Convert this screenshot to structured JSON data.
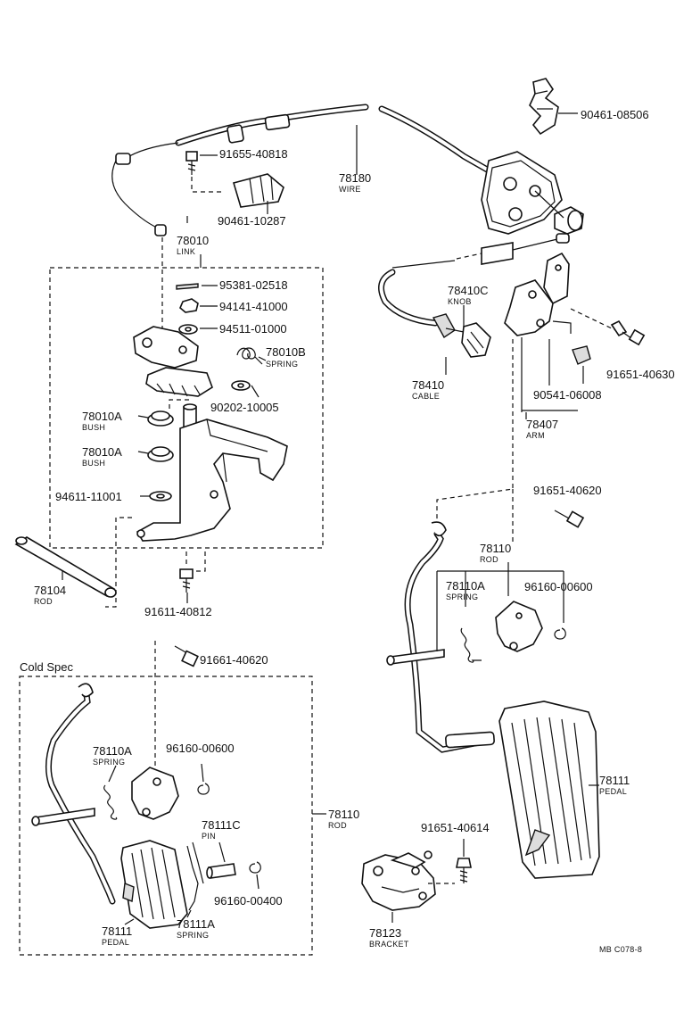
{
  "labels": {
    "p90461_08506": "90461-08506",
    "p91655_40818": "91655-40818",
    "p78180": "78180",
    "n78180": "WIRE",
    "p90461_10287": "90461-10287",
    "p78010": "78010",
    "n78010": "LINK",
    "p95381_02518": "95381-02518",
    "p94141_41000": "94141-41000",
    "p94511_01000": "94511-01000",
    "p78010b": "78010B",
    "n78010b": "SPRING",
    "p90202_10005": "90202-10005",
    "p78010a_1": "78010A",
    "n78010a_1": "BUSH",
    "p78010a_2": "78010A",
    "n78010a_2": "BUSH",
    "p94611_11001": "94611-11001",
    "p78104": "78104",
    "n78104": "ROD",
    "p91611_40812": "91611-40812",
    "p78410c": "78410C",
    "n78410c": "KNOB",
    "p78410": "78410",
    "n78410": "CABLE",
    "p91651_40630": "91651-40630",
    "p90541_06008": "90541-06008",
    "p78407": "78407",
    "n78407": "ARM",
    "p91651_40620": "91651-40620",
    "p78110": "78110",
    "n78110": "ROD",
    "p78110a": "78110A",
    "n78110a": "SPRING",
    "p96160_00600": "96160-00600",
    "p78111": "78111",
    "n78111": "PEDAL",
    "p91651_40614": "91651-40614",
    "p78123": "78123",
    "n78123": "BRACKET",
    "ref": "MB C078-8",
    "cold_title": "Cold Spec",
    "c91661_40620": "91661-40620",
    "c78110a": "78110A",
    "cn78110a": "SPRING",
    "c96160_00600": "96160-00600",
    "c78111c": "78111C",
    "cn78111c": "PIN",
    "c96160_00400": "96160-00400",
    "c78111": "78111",
    "cn78111": "PEDAL",
    "c78111a": "78111A",
    "cn78111a": "SPRING",
    "c78110": "78110",
    "cn78110": "ROD"
  }
}
